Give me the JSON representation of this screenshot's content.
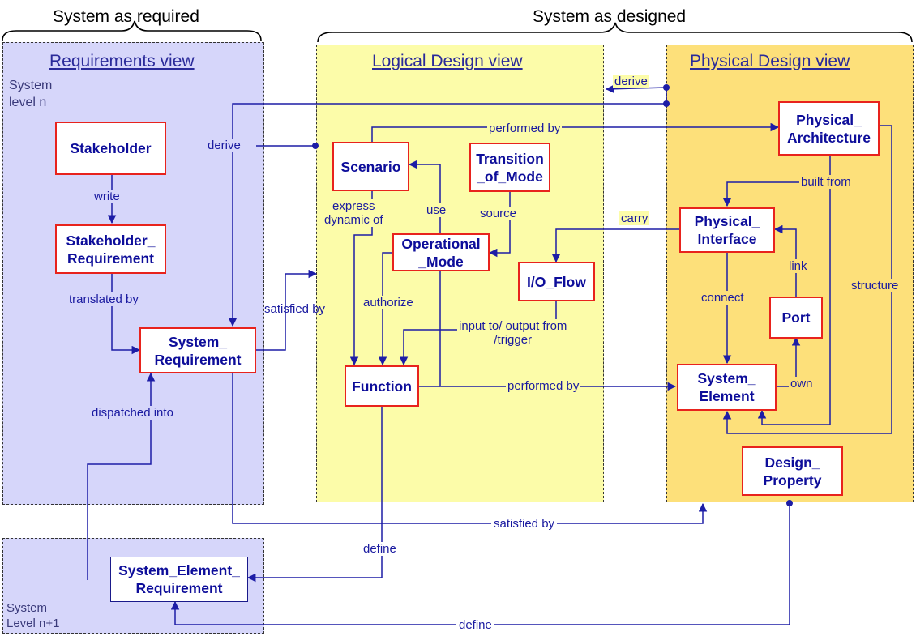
{
  "headers": {
    "required": "System as required",
    "designed": "System as designed"
  },
  "views": {
    "requirements": "Requirements view",
    "logical": "Logical Design view",
    "physical": "Physical Design view"
  },
  "levels": {
    "n": "System\nlevel n",
    "n1": "System\nLevel n+1"
  },
  "boxes": {
    "stakeholder": "Stakeholder",
    "stakeholder_requirement": "Stakeholder_\nRequirement",
    "system_requirement": "System_\nRequirement",
    "system_element_requirement": "System_Element_\nRequirement",
    "scenario": "Scenario",
    "transition_of_mode": "Transition\n_of_Mode",
    "operational_mode": "Operational\n_Mode",
    "io_flow": "I/O_Flow",
    "function": "Function",
    "physical_architecture": "Physical_\nArchitecture",
    "physical_interface": "Physical_\nInterface",
    "port": "Port",
    "system_element": "System_\nElement",
    "design_property": "Design_\nProperty"
  },
  "labels": {
    "write": "write",
    "translated_by": "translated by",
    "dispatched_into": "dispatched into",
    "derive_left": "derive",
    "derive_top": "derive",
    "satisfied_by_logical": "satisfied by",
    "satisfied_by_bottom": "satisfied by",
    "define_function": "define",
    "define_property": "define",
    "performed_by_top": "performed by",
    "performed_by_mid": "performed by",
    "express_dynamic_of": "express\ndynamic of",
    "use": "use",
    "source": "source",
    "authorize": "authorize",
    "input_output": "input to/ output from\n/trigger",
    "carry": "carry",
    "built_from": "built from",
    "connect": "connect",
    "link": "link",
    "own": "own",
    "structure": "structure"
  },
  "colors": {
    "requirements_bg": "#d6d6fa",
    "logical_bg": "#fcfca9",
    "physical_bg": "#fde07a",
    "connector": "#1d1da6",
    "box_border": "#e8231d",
    "box_text": "#0d0d9a"
  }
}
